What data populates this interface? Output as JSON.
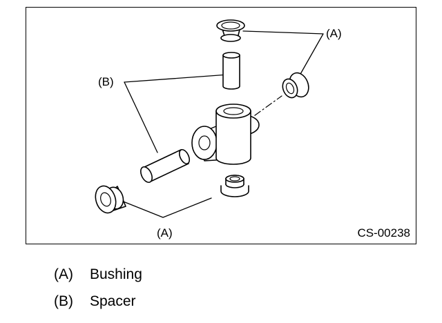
{
  "figure": {
    "callouts": {
      "a_top": "(A)",
      "b_left": "(B)",
      "a_bottom": "(A)"
    },
    "code": "CS-00238"
  },
  "parts": [
    {
      "name": "bushing",
      "label": "Bushing"
    },
    {
      "name": "spacer",
      "label": "Spacer"
    }
  ],
  "legend": [
    {
      "key": "(A)",
      "label": "Bushing"
    },
    {
      "key": "(B)",
      "label": "Spacer"
    }
  ]
}
